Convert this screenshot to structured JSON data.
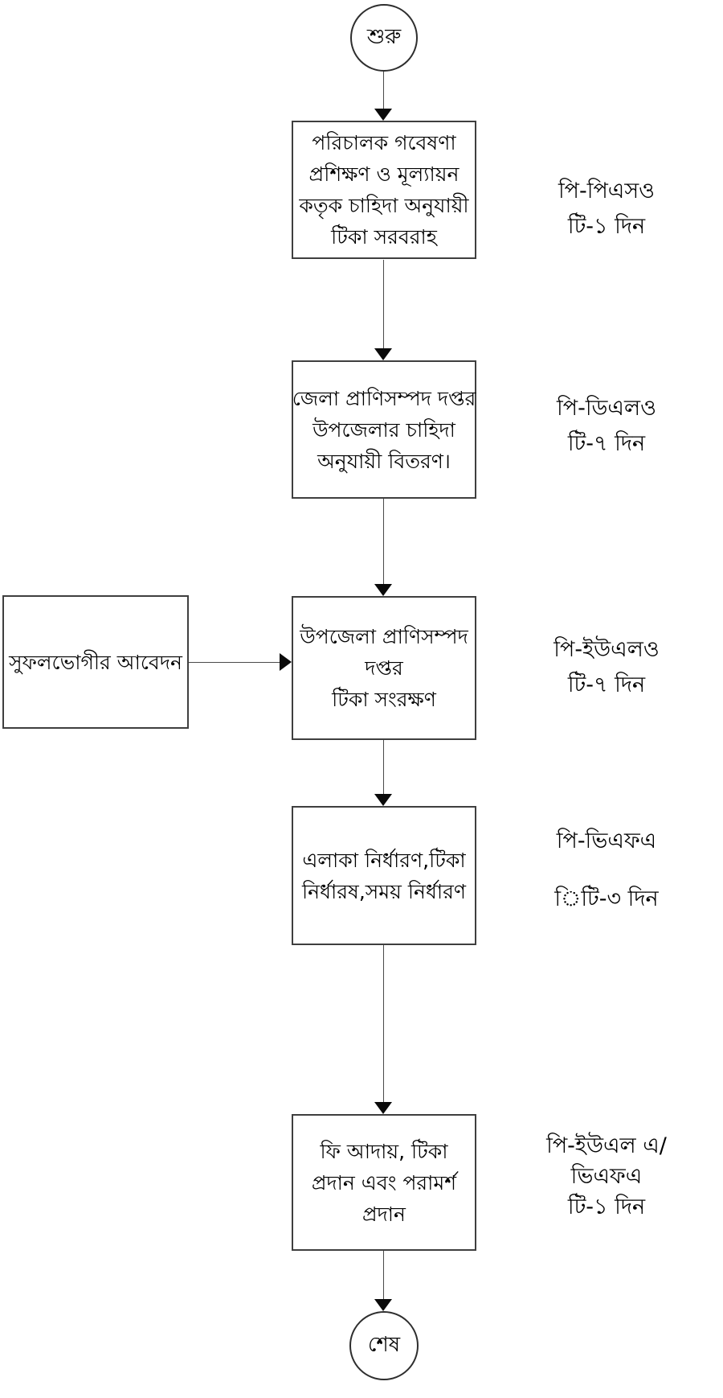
{
  "flowchart": {
    "start": {
      "label": "শুরু"
    },
    "end": {
      "label": "শেষ"
    },
    "boxes": [
      {
        "lines": [
          "পরিচালক গবেষণা",
          "প্রশিক্ষণ ও মূল্যায়ন",
          "কতৃক চাহিদা অনুযায়ী",
          "টিকা সরবরাহ"
        ]
      },
      {
        "lines": [
          "জেলা প্রাণিসম্পদ দপ্তর",
          "উপজেলার চাহিদা",
          "অনুযায়ী বিতরণ।"
        ]
      },
      {
        "lines": [
          "উপজেলা প্রাণিসম্পদ",
          "দপ্তর",
          "টিকা সংরক্ষণ"
        ]
      },
      {
        "lines": [
          "এলাকা নির্ধারণ,টিকা",
          "নির্ধারষ,সময় নির্ধারণ"
        ]
      },
      {
        "lines": [
          "ফি আদায়, টিকা",
          "প্রদান এবং পরামর্শ",
          "প্রদান"
        ]
      }
    ],
    "input_box": {
      "lines": [
        "সুফলভোগীর আবেদন"
      ]
    },
    "side_labels": [
      {
        "lines": [
          "পি-পিএসও",
          "টি-১ দিন"
        ]
      },
      {
        "lines": [
          "পি-ডিএলও",
          "টি-৭ দিন"
        ]
      },
      {
        "lines": [
          "পি-ইউএলও",
          "টি-৭ দিন"
        ]
      },
      {
        "lines": [
          "পি-ভিএফএ",
          "িটি-৩ দিন"
        ]
      },
      {
        "lines": [
          "পি-ইউএল এ/",
          "ভিএফএ",
          "টি-১ দিন"
        ]
      }
    ]
  },
  "colors": {
    "background": "#ffffff",
    "stroke": "#000000",
    "text": "#000000"
  }
}
